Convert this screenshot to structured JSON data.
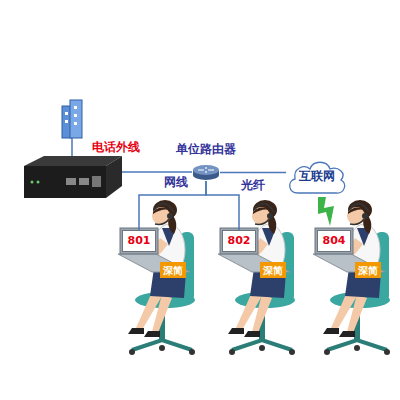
{
  "diagram": {
    "nodes": [
      {
        "text": [
          "单位路由器"
        ]
      },
      {
        "text": [
          "互联网"
        ]
      },
      {
        "text": [
          "801"
        ]
      },
      {
        "text": [
          "深简"
        ]
      },
      {
        "text": [
          "802"
        ]
      },
      {
        "text": [
          "深简"
        ]
      },
      {
        "text": [
          "804"
        ]
      },
      {
        "text": [
          "深简"
        ]
      }
    ],
    "edges": [
      {
        "from": 0,
        "to": 1,
        "arrow": "none",
        "label": "光纤"
      },
      {
        "from": 0,
        "to": 2,
        "arrow": "none"
      },
      {
        "from": 0,
        "to": 4,
        "arrow": "none"
      }
    ],
    "labels": [
      "电话外线",
      "网线"
    ]
  }
}
